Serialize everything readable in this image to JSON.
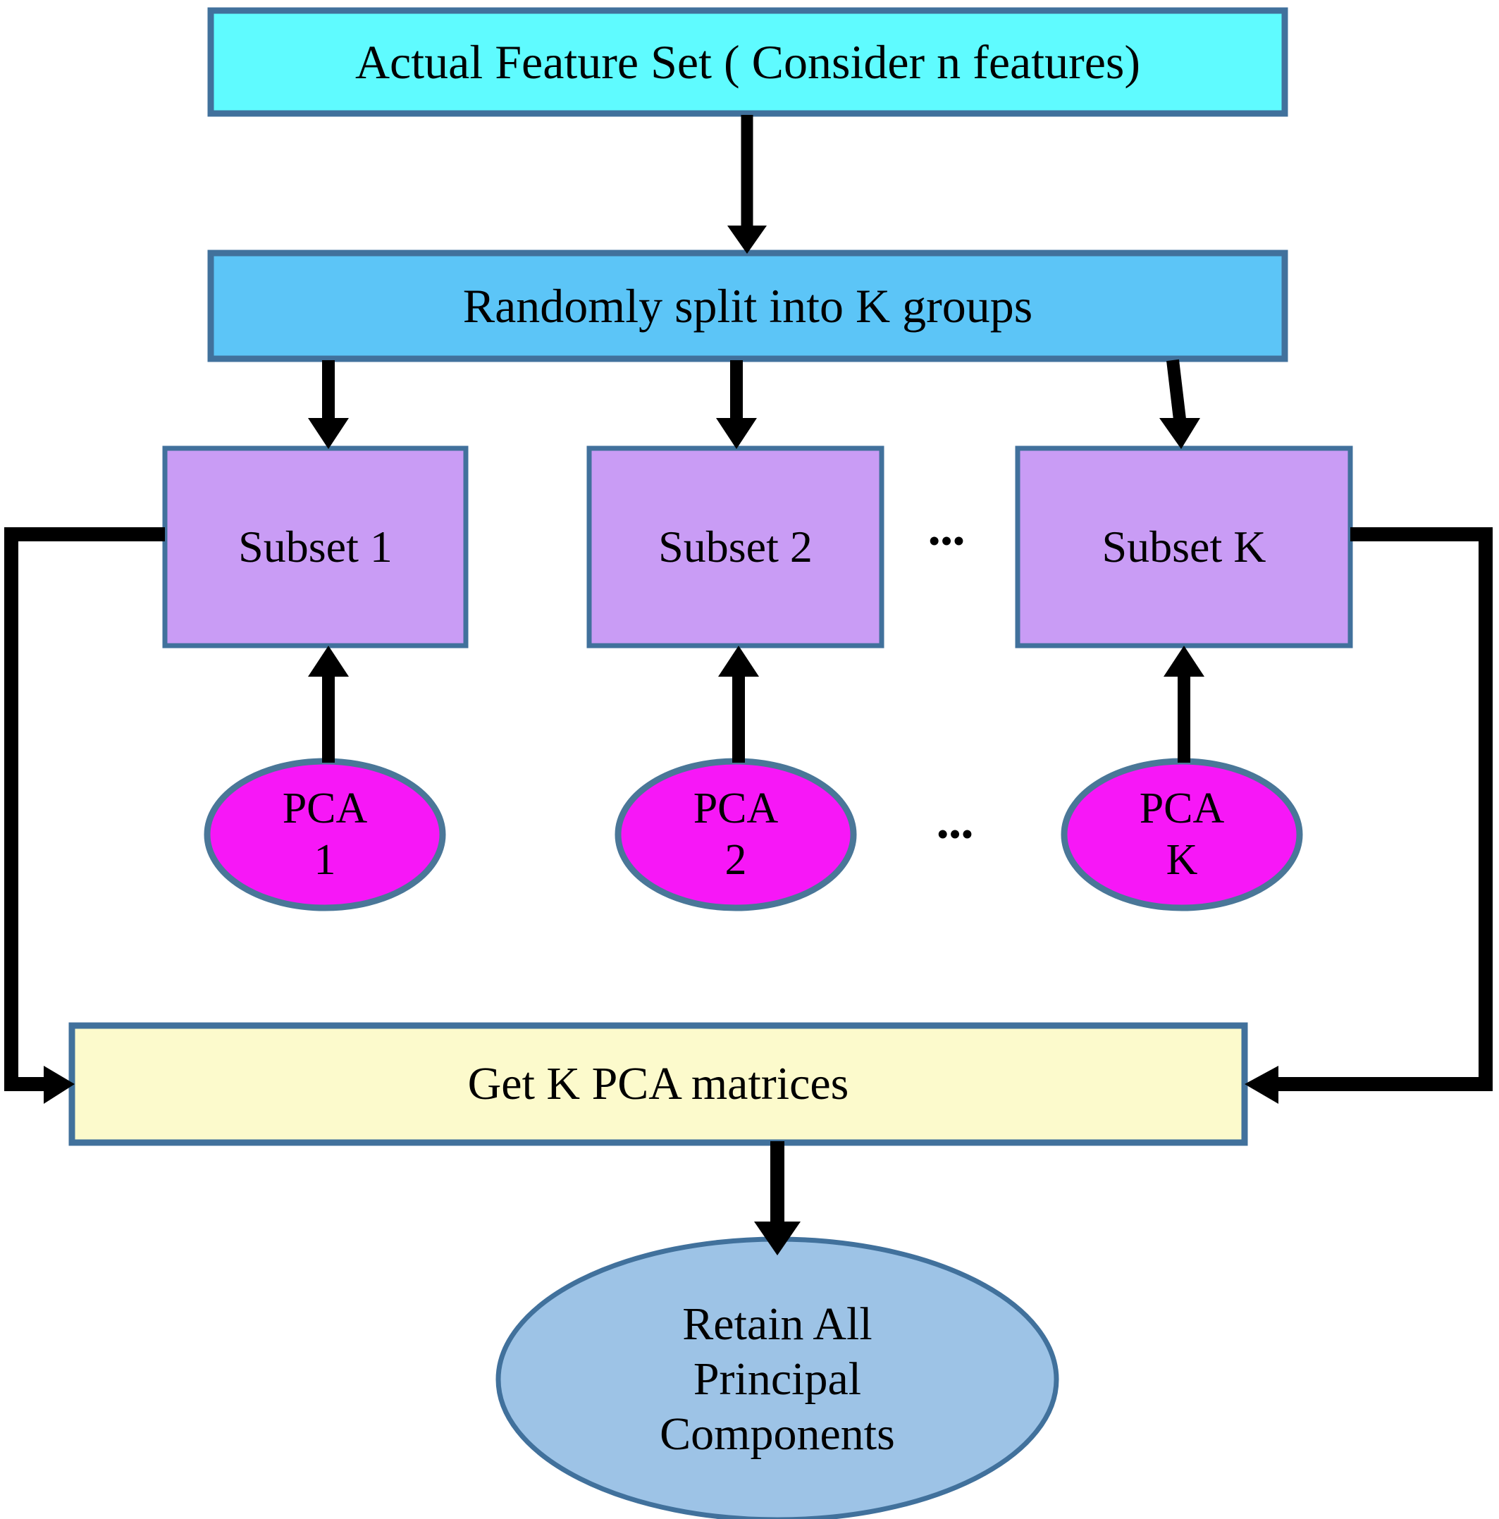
{
  "diagram": {
    "title": "PCA feature subset flowchart",
    "palette": {
      "border": "#41719C",
      "actual_feature_set_fill": "#5FFBFF",
      "randomly_split_fill": "#5CC5F7",
      "subset_fill": "#C99CF5",
      "pca_fill": "#F717F7",
      "matrices_fill": "#FCFACC",
      "retain_fill": "#9DC3E6",
      "arrow": "#000000",
      "text": "#000000",
      "background": "#FFFFFF"
    },
    "nodes": {
      "actual_feature_set": {
        "label": "Actual Feature Set ( Consider n features)",
        "shape": "rectangle"
      },
      "randomly_split": {
        "label": "Randomly split into K groups",
        "shape": "rectangle"
      },
      "subset_1": {
        "label": "Subset 1",
        "shape": "rectangle"
      },
      "subset_2": {
        "label": "Subset 2",
        "shape": "rectangle"
      },
      "subset_k": {
        "label": "Subset K",
        "shape": "rectangle"
      },
      "subset_ellipsis": {
        "label": "•••",
        "shape": "text"
      },
      "pca_1": {
        "label": "PCA\n1",
        "shape": "ellipse"
      },
      "pca_2": {
        "label": "PCA\n2",
        "shape": "ellipse"
      },
      "pca_k": {
        "label": "PCA\nK",
        "shape": "ellipse"
      },
      "pca_ellipsis": {
        "label": "•••",
        "shape": "text"
      },
      "get_k_pca_matrices": {
        "label": "Get K PCA matrices",
        "shape": "rectangle"
      },
      "retain_all_principal_components": {
        "label": "Retain All\nPrincipal\nComponents",
        "shape": "ellipse"
      }
    },
    "edges": [
      {
        "from": "actual_feature_set",
        "to": "randomly_split",
        "kind": "arrow-down"
      },
      {
        "from": "randomly_split",
        "to": "subset_1",
        "kind": "arrow-down"
      },
      {
        "from": "randomly_split",
        "to": "subset_2",
        "kind": "arrow-down"
      },
      {
        "from": "randomly_split",
        "to": "subset_k",
        "kind": "arrow-down"
      },
      {
        "from": "pca_1",
        "to": "subset_1",
        "kind": "arrow-up"
      },
      {
        "from": "pca_2",
        "to": "subset_2",
        "kind": "arrow-up"
      },
      {
        "from": "pca_k",
        "to": "subset_k",
        "kind": "arrow-up"
      },
      {
        "from": "subset_1",
        "to": "get_k_pca_matrices",
        "kind": "elbow-left"
      },
      {
        "from": "subset_k",
        "to": "get_k_pca_matrices",
        "kind": "elbow-right"
      },
      {
        "from": "get_k_pca_matrices",
        "to": "retain_all_principal_components",
        "kind": "arrow-down"
      }
    ]
  }
}
